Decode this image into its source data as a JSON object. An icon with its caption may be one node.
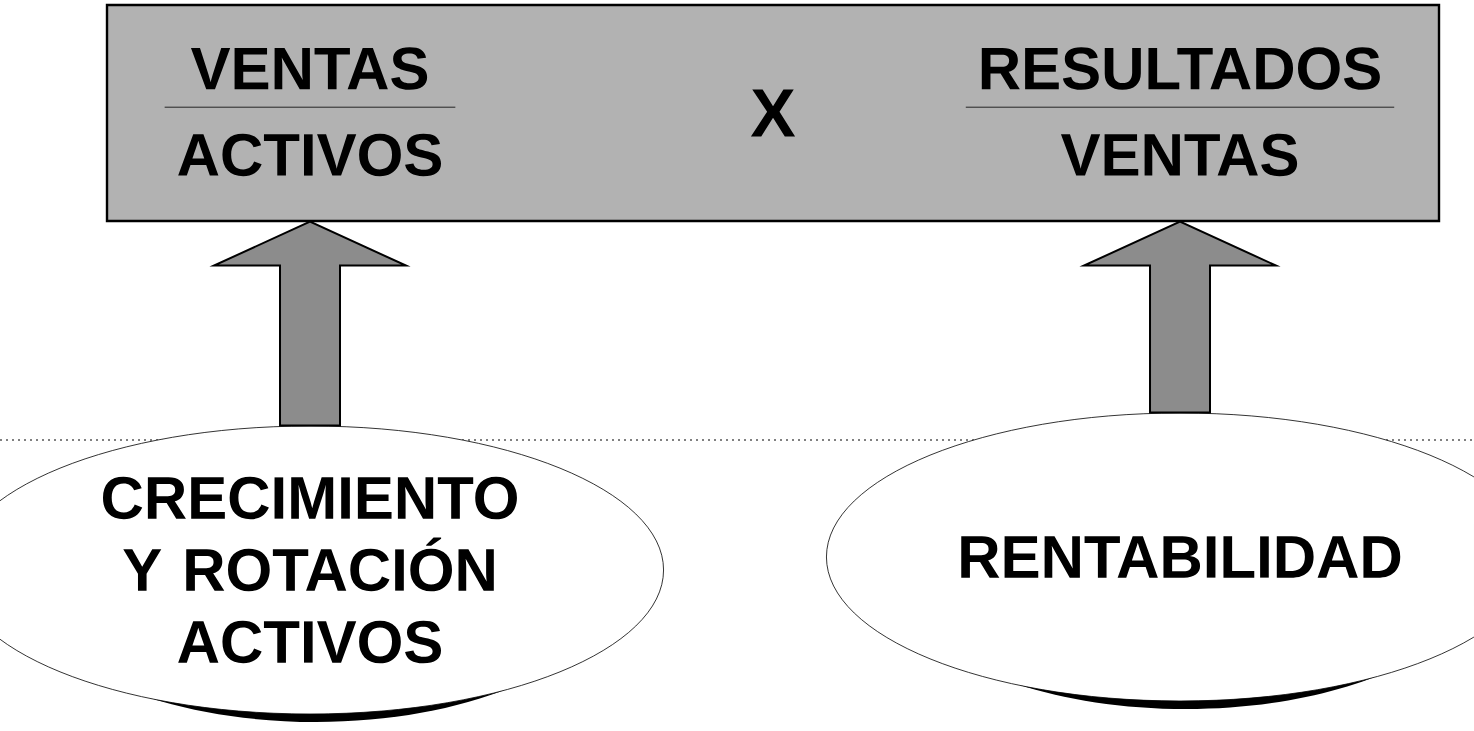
{
  "diagram": {
    "nodes": [
      {
        "text": [
          "X"
        ]
      },
      {
        "text": [
          "VENTAS",
          "ACTIVOS"
        ],
        "in": 0
      },
      {
        "text": [
          "RESULTADOS",
          "VENTAS"
        ],
        "in": 0
      },
      {
        "text": [
          "CRECIMIENTO Y ROTACIÓN ACTIVOS"
        ]
      },
      {
        "text": [
          "RENTABILIDAD"
        ]
      }
    ],
    "edges": [
      {
        "from": 3,
        "to": 1,
        "arrow": "to",
        "style": "thick"
      },
      {
        "from": 4,
        "to": 2,
        "arrow": "to",
        "style": "thick"
      }
    ]
  }
}
